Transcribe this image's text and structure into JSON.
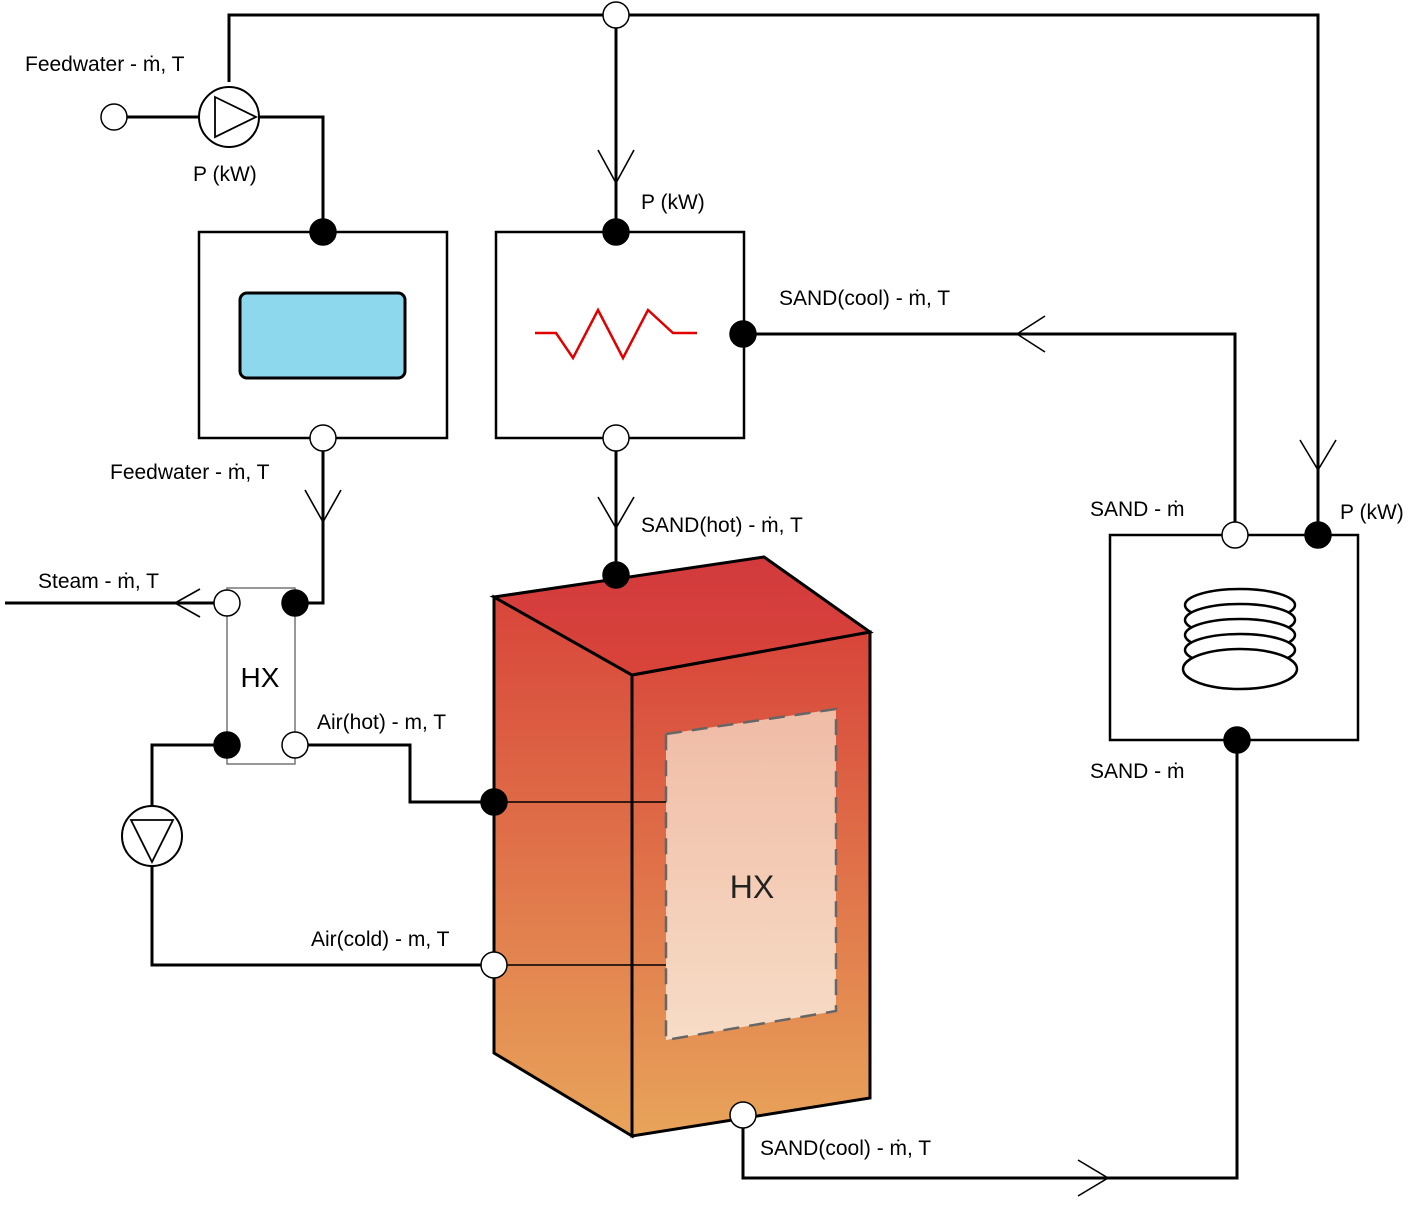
{
  "labels": {
    "feedwater_in": "Feedwater - ṁ, T",
    "pump_power": "P (kW)",
    "heater_power": "P (kW)",
    "sand_cool_return": "SAND(cool) - ṁ, T",
    "feedwater_out": "Feedwater - ṁ, T",
    "sand_hot": "SAND(hot) - ṁ, T",
    "steam": "Steam - ṁ, T",
    "air_hot": "Air(hot) - m, T",
    "air_cold": "Air(cold) - m, T",
    "sand_in": "SAND - ṁ",
    "sand_out": "SAND - ṁ",
    "lift_power": "P (kW)",
    "sand_cool_out": "SAND(cool) - ṁ, T",
    "hx_small": "HX",
    "hx_big": "HX"
  },
  "colors": {
    "tank_top": "#d63c3c",
    "tank_front_top": "#d8453a",
    "tank_front_bottom": "#e8a45a",
    "hx_panel_top": "#f0bca6",
    "hx_panel_bottom": "#f7dcc6",
    "heater_coil": "#e00000",
    "water_tank": "#8ed8ee"
  },
  "icons": {
    "pump_top": "pump-icon",
    "pump_left": "pump-icon",
    "heater": "heating-coil-icon",
    "water": "water-tank-icon",
    "lift": "coil-spring-icon"
  }
}
